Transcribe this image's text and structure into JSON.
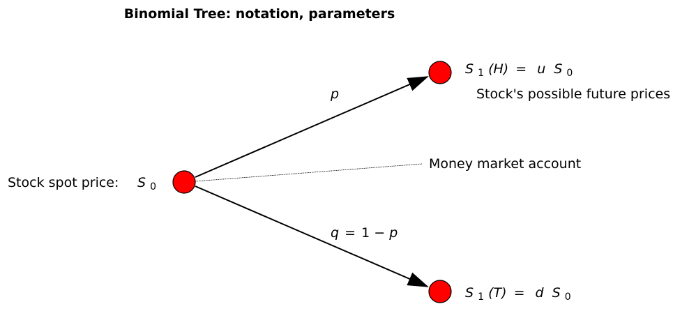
{
  "title": "Binomial Tree: notation, parameters",
  "colors": {
    "node_fill": "#ff0000",
    "node_stroke": "#000000",
    "arrow": "#000000"
  },
  "nodes": {
    "root": {
      "label_text": "Stock spot price:",
      "symbol": "S",
      "subscript": "0"
    },
    "up": {
      "symbol": "S",
      "subscript": "1",
      "state": "(H)",
      "equals": "=",
      "factor": "u",
      "base_symbol": "S",
      "base_subscript": "0"
    },
    "down": {
      "symbol": "S",
      "subscript": "1",
      "state": "(T)",
      "equals": "=",
      "factor": "d",
      "base_symbol": "S",
      "base_subscript": "0"
    }
  },
  "edges": {
    "up_prob": "p",
    "down_prob": {
      "q": "q",
      "eq": "=",
      "one": "1",
      "minus": "−",
      "p": "p"
    }
  },
  "annotations": {
    "future_prices": "Stock's possible future prices",
    "money_market": "Money market account"
  }
}
